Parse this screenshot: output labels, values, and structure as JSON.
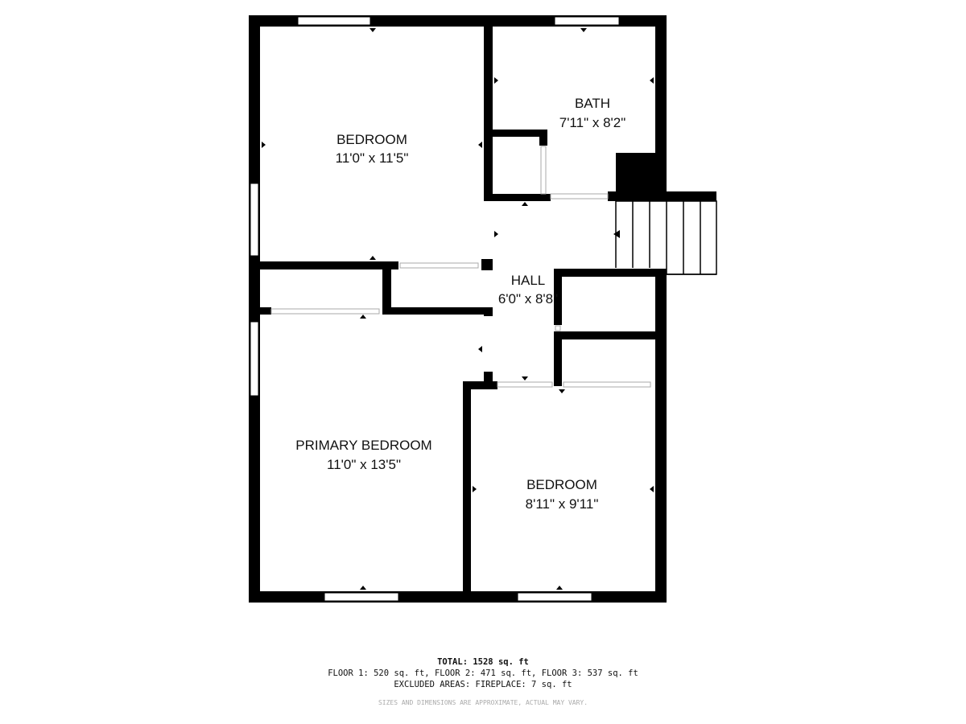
{
  "rooms": [
    {
      "name": "BEDROOM",
      "dimensions": "11'0\" x 11'5\""
    },
    {
      "name": "BATH",
      "dimensions": "7'11\" x 8'2\""
    },
    {
      "name": "HALL",
      "dimensions": "6'0\" x 8'8\""
    },
    {
      "name": "PRIMARY BEDROOM",
      "dimensions": "11'0\" x 13'5\""
    },
    {
      "name": "BEDROOM",
      "dimensions": "8'11\" x 9'11\""
    }
  ],
  "summary": {
    "total": "TOTAL: 1528 sq. ft",
    "floors": "FLOOR 1: 520 sq. ft, FLOOR 2: 471 sq. ft, FLOOR 3: 537 sq. ft",
    "excluded": "EXCLUDED AREAS: FIREPLACE: 7 sq. ft",
    "disclaimer": "SIZES AND DIMENSIONS ARE APPROXIMATE, ACTUAL MAY VARY."
  },
  "colors": {
    "wall": "#000000",
    "window": "#ffffff",
    "background": "#ffffff"
  }
}
